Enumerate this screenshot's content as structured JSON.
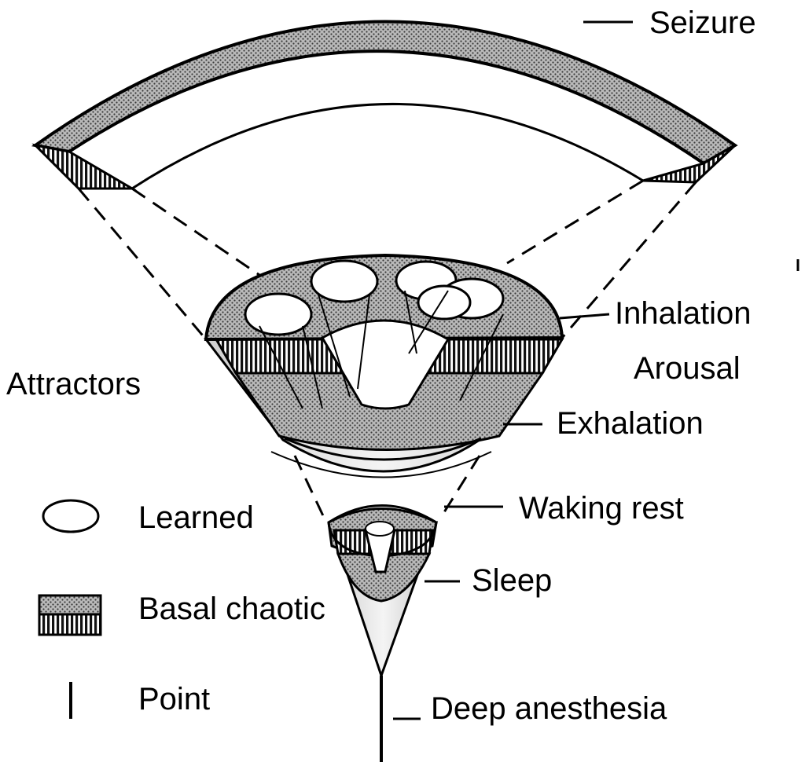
{
  "labels": {
    "seizure": "Seizure",
    "inhalation": "Inhalation",
    "arousal": "Arousal",
    "exhalation": "Exhalation",
    "attractors": "Attractors",
    "waking_rest": "Waking rest",
    "sleep": "Sleep",
    "deep_anesthesia": "Deep anesthesia"
  },
  "legend": {
    "learned": "Learned",
    "basal_chaotic": "Basal chaotic",
    "point": "Point"
  }
}
